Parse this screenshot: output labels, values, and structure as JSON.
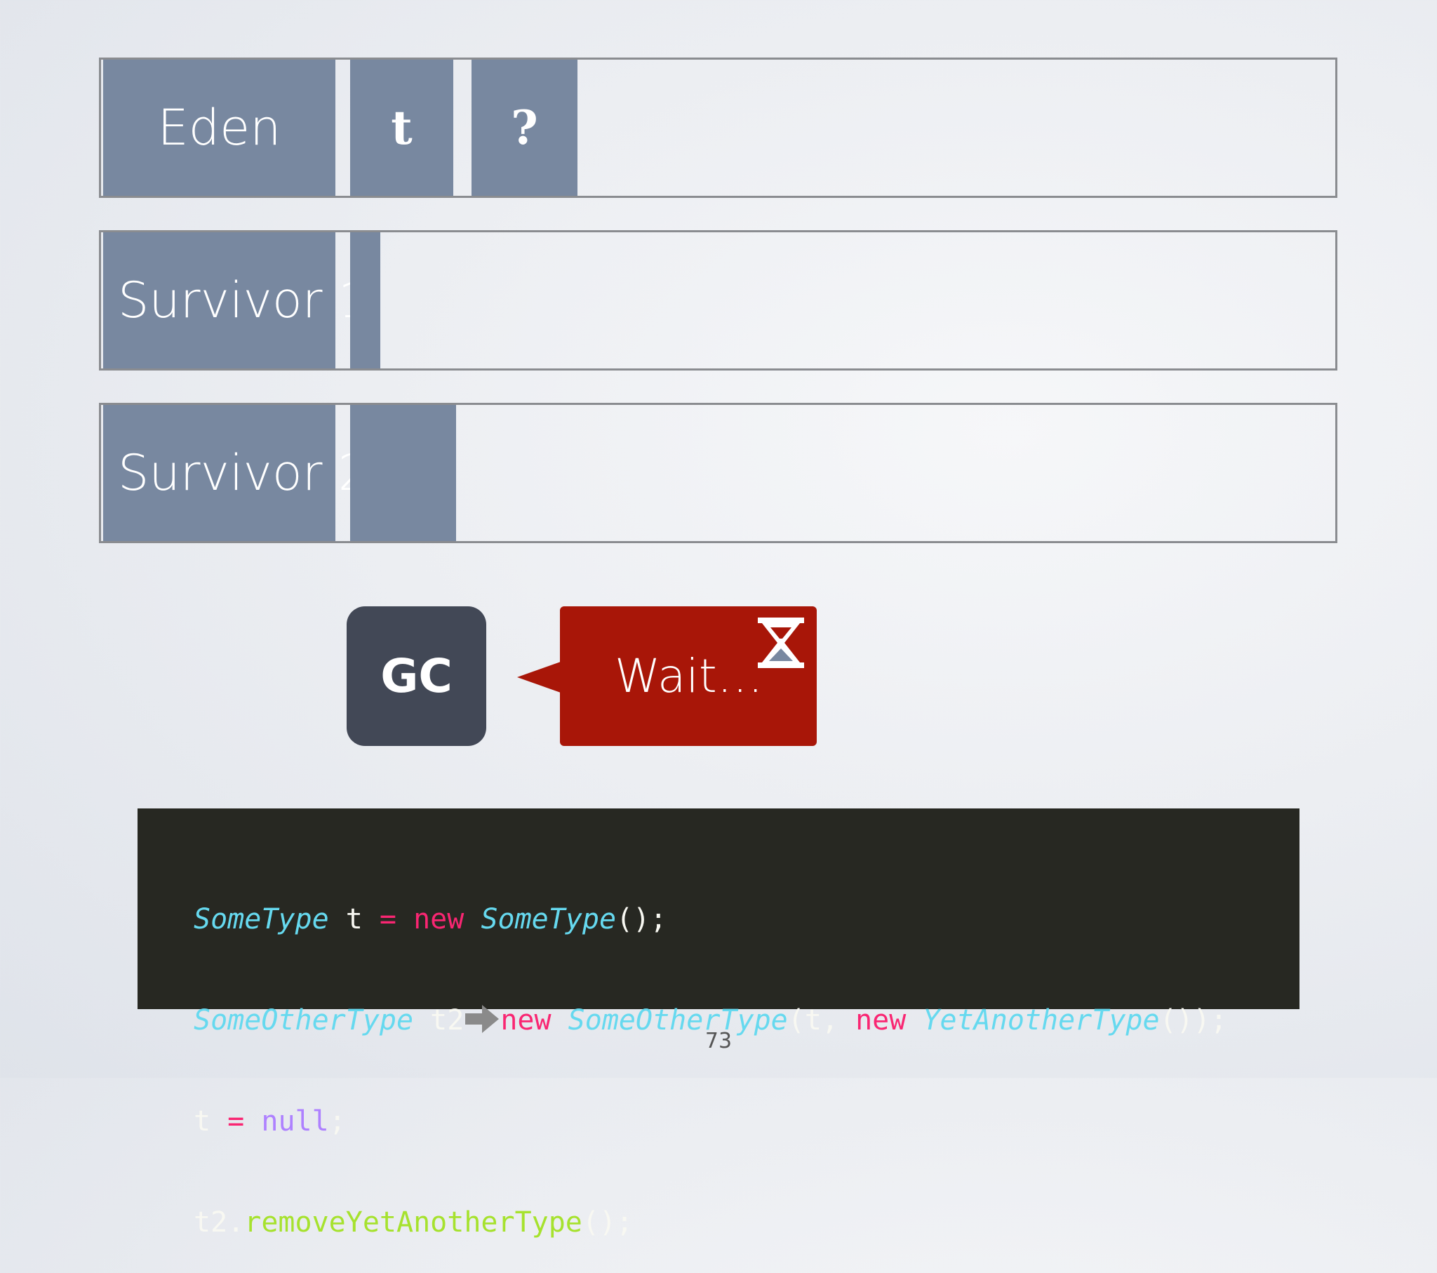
{
  "regions": {
    "eden": {
      "label": "Eden",
      "objects": [
        "t",
        "?"
      ]
    },
    "survivor1": {
      "label": "Survivor 1"
    },
    "survivor2": {
      "label": "Survivor 2"
    }
  },
  "gc": {
    "label": "GC"
  },
  "bubble": {
    "text": "Wait…",
    "icon": "hourglass-icon",
    "color": "#a81608"
  },
  "code": {
    "lines": [
      {
        "tokens": [
          "SomeType",
          " t ",
          "=",
          " ",
          "new",
          " ",
          "SomeType",
          "();"
        ]
      },
      {
        "tokens": [
          "SomeOtherType",
          " t2",
          "new",
          " ",
          "SomeOtherType",
          "(t, ",
          "new",
          " ",
          "YetAnotherType",
          "());"
        ]
      },
      {
        "tokens": [
          "t ",
          "=",
          " ",
          "null",
          ";"
        ]
      },
      {
        "tokens": [
          "t2.",
          "removeYetAnotherType",
          "();"
        ]
      }
    ]
  },
  "colors": {
    "region_fill": "#7888a0",
    "gc_box": "#424856",
    "code_background": "#272822"
  },
  "page_number": "73"
}
